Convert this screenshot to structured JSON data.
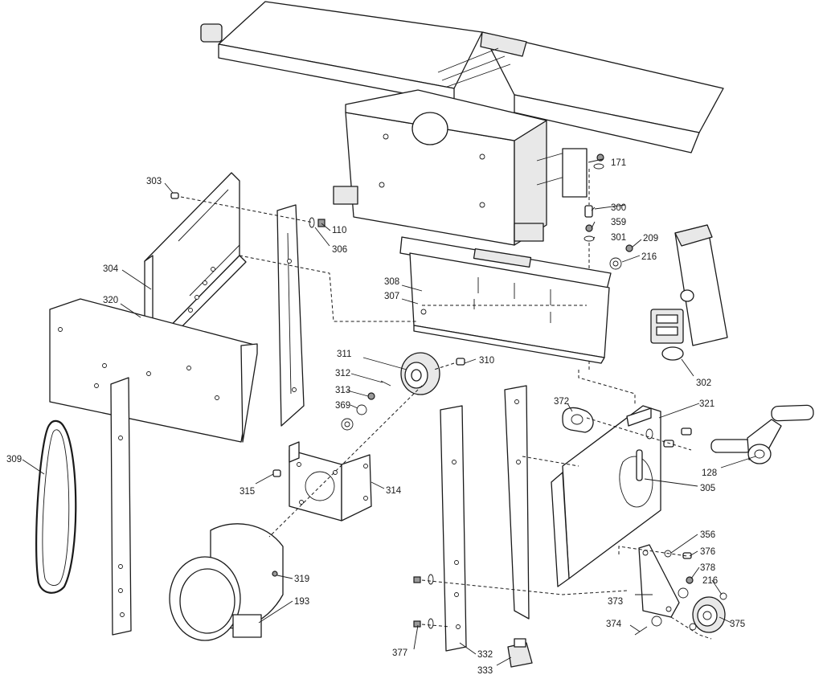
{
  "callouts": {
    "p128": "128",
    "p171": "171",
    "p193": "193",
    "p209": "209",
    "p216a": "216",
    "p216b": "216",
    "p300": "300",
    "p301": "301",
    "p302": "302",
    "p303": "303",
    "p304": "304",
    "p305": "305",
    "p306": "306",
    "p307": "307",
    "p308": "308",
    "p309": "309",
    "p310": "310",
    "p110": "110",
    "p311": "311",
    "p312": "312",
    "p313": "313",
    "p314": "314",
    "p315": "315",
    "p319": "319",
    "p320": "320",
    "p321": "321",
    "p332": "332",
    "p333": "333",
    "p356": "356",
    "p359": "359",
    "p369": "369",
    "p372": "372",
    "p373": "373",
    "p374": "374",
    "p375": "375",
    "p376": "376",
    "p377": "377",
    "p378": "378"
  },
  "colors": {
    "line": "#1a1a1a",
    "background": "#ffffff"
  }
}
